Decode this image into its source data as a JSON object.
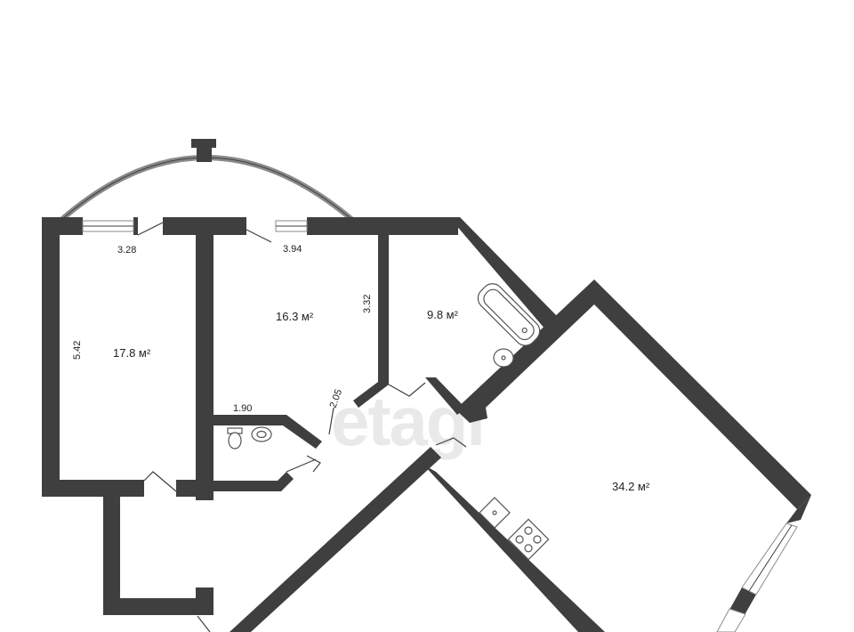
{
  "watermark": "etagi",
  "rooms": [
    {
      "area": "17.8 м²"
    },
    {
      "area": "16.3 м²"
    },
    {
      "area": "9.8 м²"
    },
    {
      "area": "34.2 м²"
    }
  ],
  "dimensions": [
    "3.28",
    "3.94",
    "3.32",
    "5.42",
    "1.90",
    "2.05"
  ]
}
